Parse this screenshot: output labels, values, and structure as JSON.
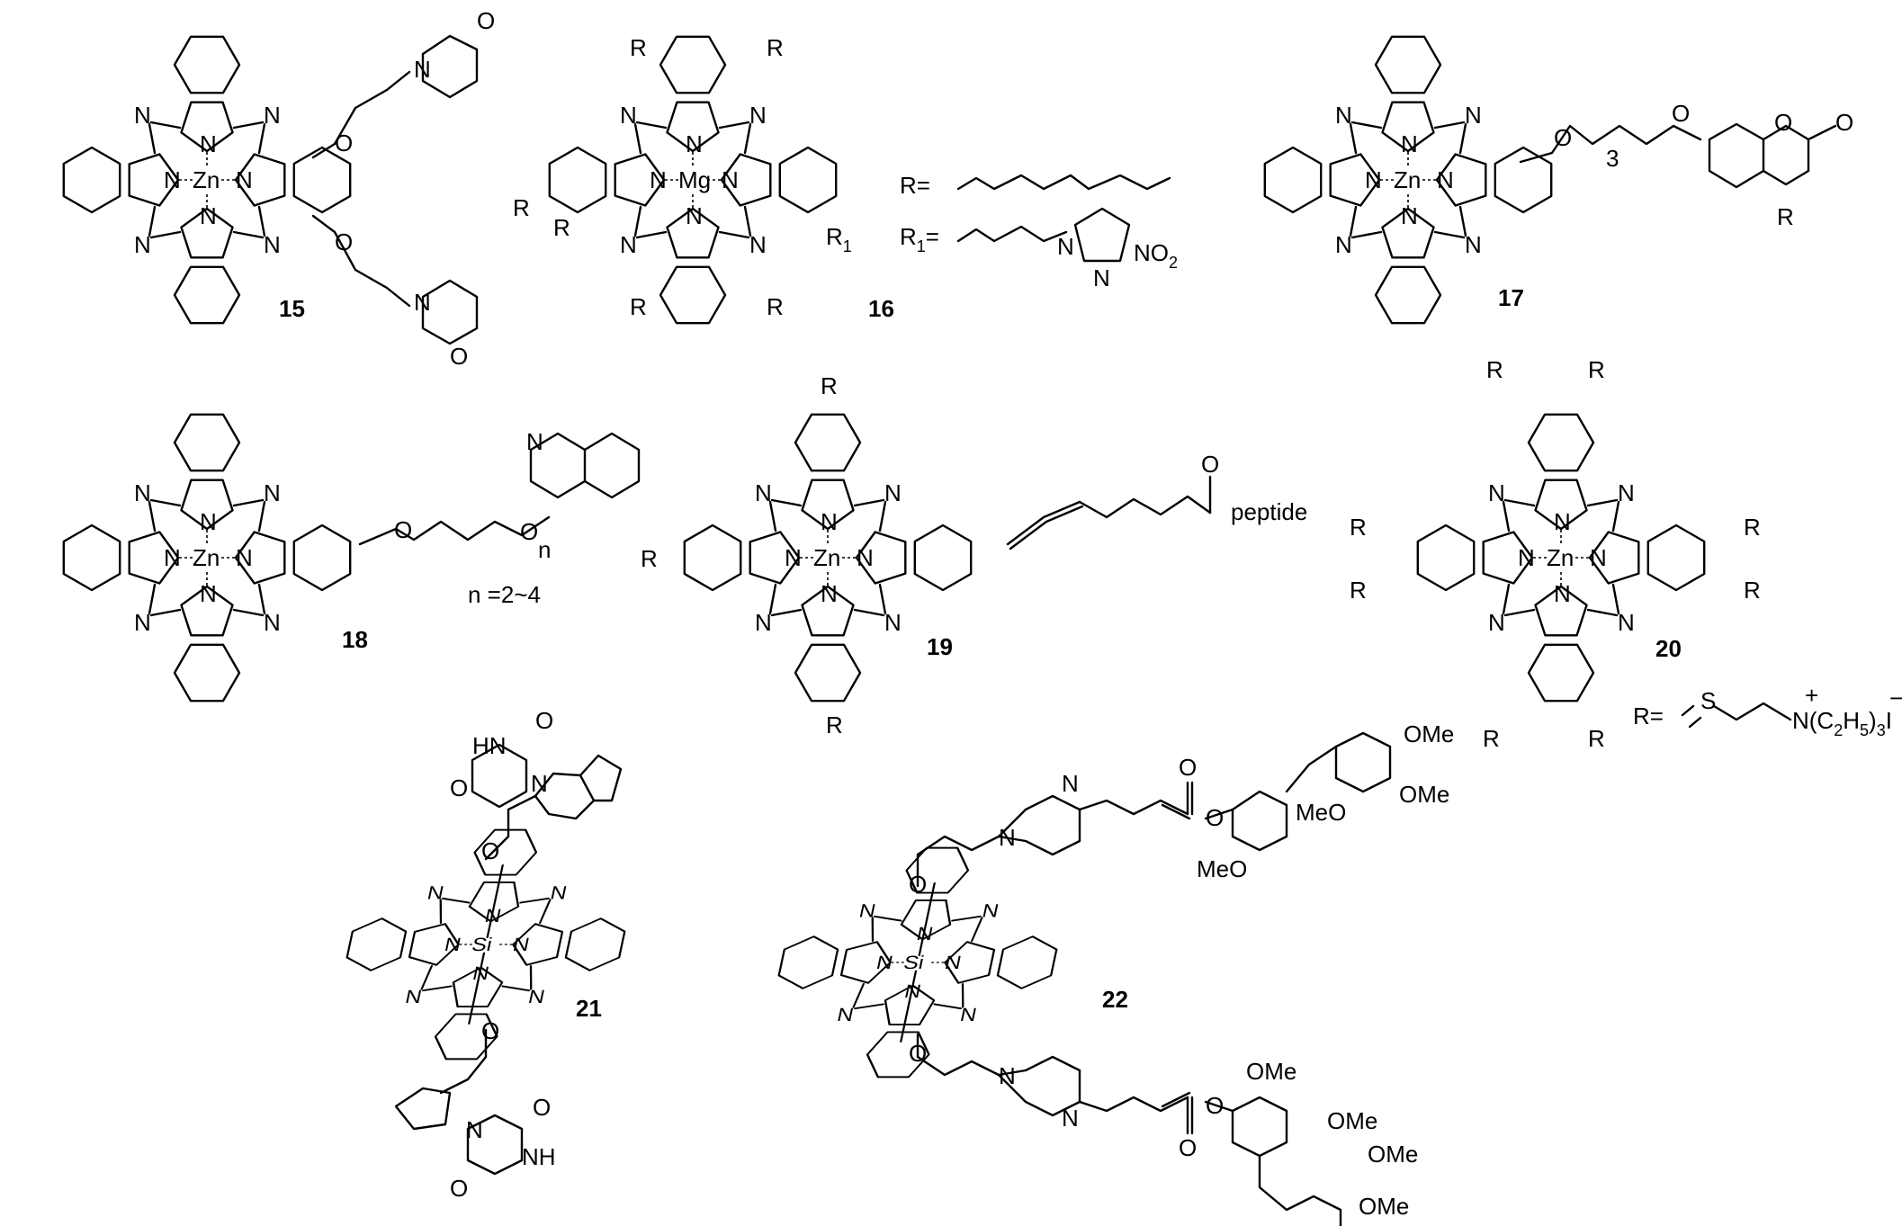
{
  "metals": {
    "c15": "Zn",
    "c16": "Mg",
    "c17": "Zn",
    "c18": "Zn",
    "c19": "Zn",
    "c20": "Zn",
    "c21": "Si",
    "c22": "Si"
  },
  "compound_labels": {
    "c15": "15",
    "c16": "16",
    "c17": "17",
    "c18": "18",
    "c19": "19",
    "c20": "20",
    "c21": "21",
    "c22": "22"
  },
  "atoms": {
    "N": "N",
    "O": "O",
    "R": "R",
    "R1": "R",
    "R1_sub": "1"
  },
  "c16_defs": {
    "r_prefix": "R=",
    "r1_prefix": "R",
    "r1_sub": "1",
    "r1_eq": "=",
    "nitro": "NO",
    "nitro_sub": "2"
  },
  "c17_ext": {
    "repeat": "3",
    "coumarin_O": "O",
    "carbonyl_O": "O",
    "r": "R"
  },
  "c18_ext": {
    "n_range": "n =2~4",
    "subscript_n": "n"
  },
  "c19_ext": {
    "peptide": "peptide",
    "ketone_O": "O"
  },
  "c20_defs": {
    "r_prefix": "R=",
    "sulfur": "S",
    "ammonium": "N(C",
    "sub2": "2",
    "h": "H",
    "sub5": "5",
    "close": ")",
    "sub3": "3",
    "iodide": "I",
    "plus": "+",
    "minus": "−"
  },
  "c21_ext": {
    "hn": "HN",
    "nh": "NH",
    "o": "O"
  },
  "c22_ext": {
    "ome": "OMe",
    "meo": "MeO"
  }
}
